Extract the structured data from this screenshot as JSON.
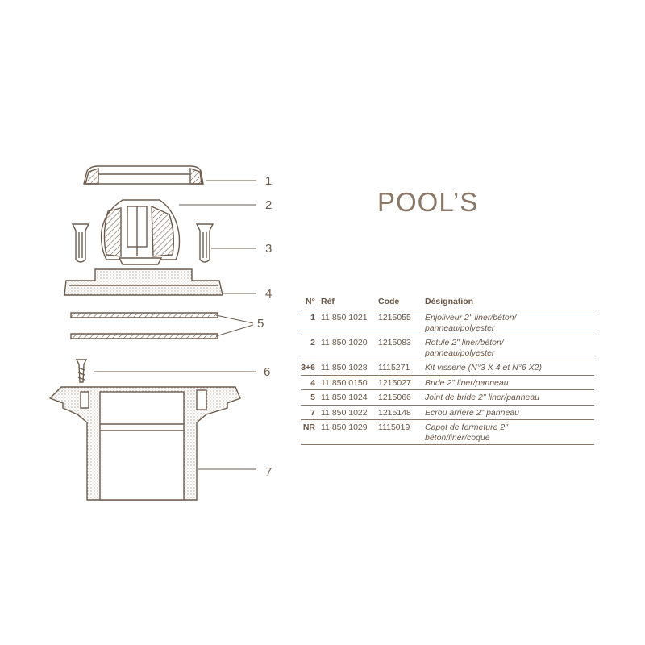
{
  "brand": "POOL’S",
  "callouts": [
    "1",
    "2",
    "3",
    "4",
    "5",
    "6",
    "7"
  ],
  "table": {
    "headers": {
      "num": "N°",
      "ref": "Réf",
      "code": "Code",
      "designation": "Désignation"
    },
    "rows": [
      {
        "num": "1",
        "ref": "11 850 1021",
        "code": "1215055",
        "designation": [
          "Enjoliveur 2\" liner/béton/",
          "panneau/polyester"
        ]
      },
      {
        "num": "2",
        "ref": "11 850 1020",
        "code": "1215083",
        "designation": [
          "Rotule 2\" liner/béton/",
          "panneau/polyester"
        ]
      },
      {
        "num": "3+6",
        "ref": "11 850 1028",
        "code": "1115271",
        "designation": [
          "Kit visserie (N°3 X 4 et N°6 X2)"
        ]
      },
      {
        "num": "4",
        "ref": "11 850 0150",
        "code": "1215027",
        "designation": [
          "Bride 2\" liner/panneau"
        ]
      },
      {
        "num": "5",
        "ref": "11 850 1024",
        "code": "1215066",
        "designation": [
          "Joint de bride 2\" liner/panneau"
        ]
      },
      {
        "num": "7",
        "ref": "11 850 1022",
        "code": "1215148",
        "designation": [
          "Ecrou arrière 2\" panneau"
        ]
      },
      {
        "num": "NR",
        "ref": "11 850 1029",
        "code": "1115019",
        "designation": [
          "Capot de fermeture 2\"",
          "béton/liner/coque"
        ]
      }
    ]
  }
}
